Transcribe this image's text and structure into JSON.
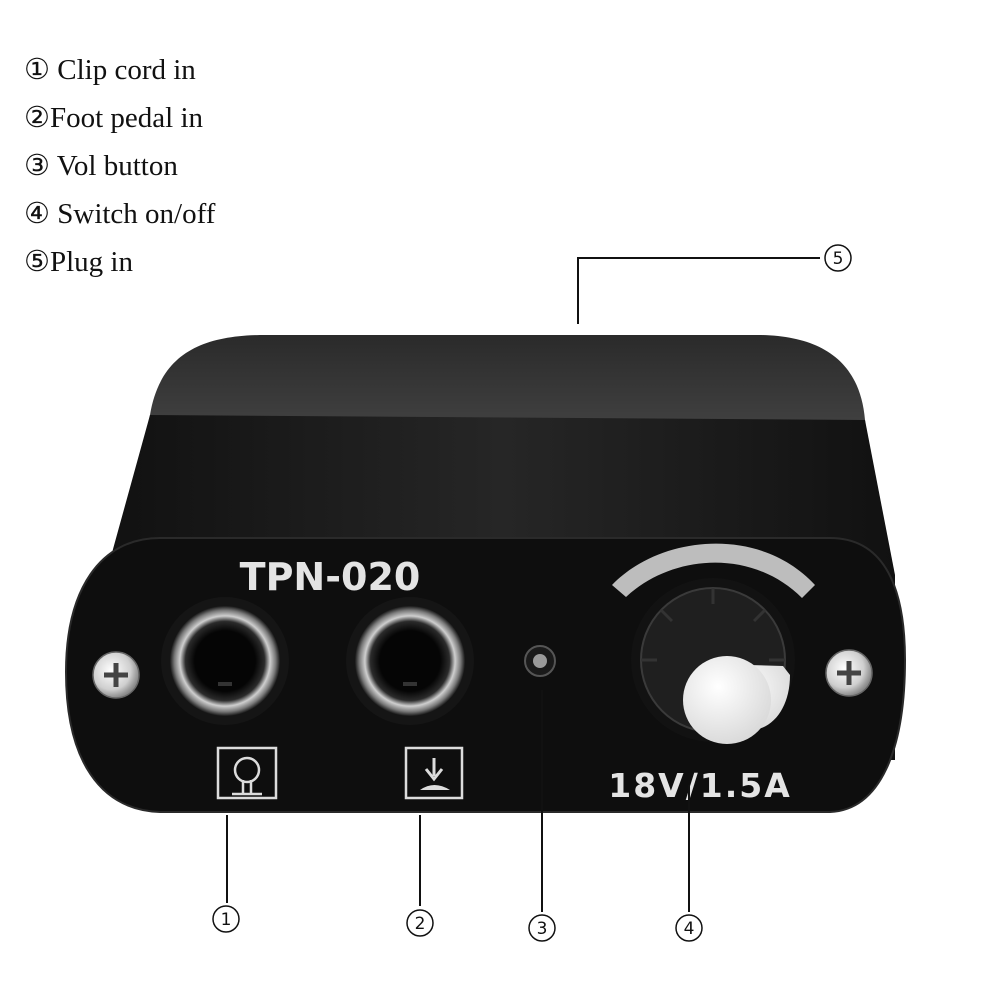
{
  "legend": [
    {
      "id": "1",
      "text": "① Clip cord in"
    },
    {
      "id": "2",
      "text": "②Foot pedal in"
    },
    {
      "id": "3",
      "text": "③ Vol button"
    },
    {
      "id": "4",
      "text": "④ Switch on/off"
    },
    {
      "id": "5",
      "text": "⑤Plug in"
    }
  ],
  "device": {
    "model": "TPN-020",
    "rating": "18V/1.5A"
  },
  "callouts": {
    "c1": "1",
    "c2": "2",
    "c3": "3",
    "c4": "4",
    "c5": "5"
  },
  "colors": {
    "body": "#1b1b1b",
    "top": "#3a3a3a",
    "face": "#0d0d0d",
    "knob_cap": "#f2f2f2",
    "label": "#e6e6e6"
  }
}
